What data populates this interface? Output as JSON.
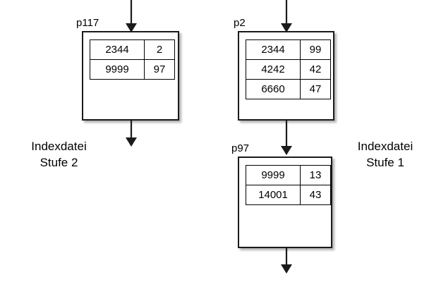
{
  "diagram": {
    "title_left": "Indexdatei\nStufe 2",
    "title_right": "Indexdatei\nStufe 1",
    "captions": {
      "left": {
        "line1": "Indexdatei",
        "line2": "Stufe 2"
      },
      "right": {
        "line1": "Indexdatei",
        "line2": "Stufe 1"
      }
    },
    "blocks": [
      {
        "id": "p117",
        "label": "p117",
        "level": "Stufe 2",
        "rows": [
          {
            "key": "2344",
            "pointer": "2"
          },
          {
            "key": "9999",
            "pointer": "97"
          }
        ]
      },
      {
        "id": "p2",
        "label": "p2",
        "level": "Stufe 1",
        "rows": [
          {
            "key": "2344",
            "pointer": "99"
          },
          {
            "key": "4242",
            "pointer": "42"
          },
          {
            "key": "6660",
            "pointer": "47"
          }
        ]
      },
      {
        "id": "p97",
        "label": "p97",
        "level": "Stufe 1",
        "rows": [
          {
            "key": "9999",
            "pointer": "13"
          },
          {
            "key": "14001",
            "pointer": "43"
          }
        ]
      }
    ],
    "colors": {
      "stroke": "#1a1a1a",
      "background": "#ffffff",
      "text": "#000000",
      "table_border": "#000000"
    }
  }
}
